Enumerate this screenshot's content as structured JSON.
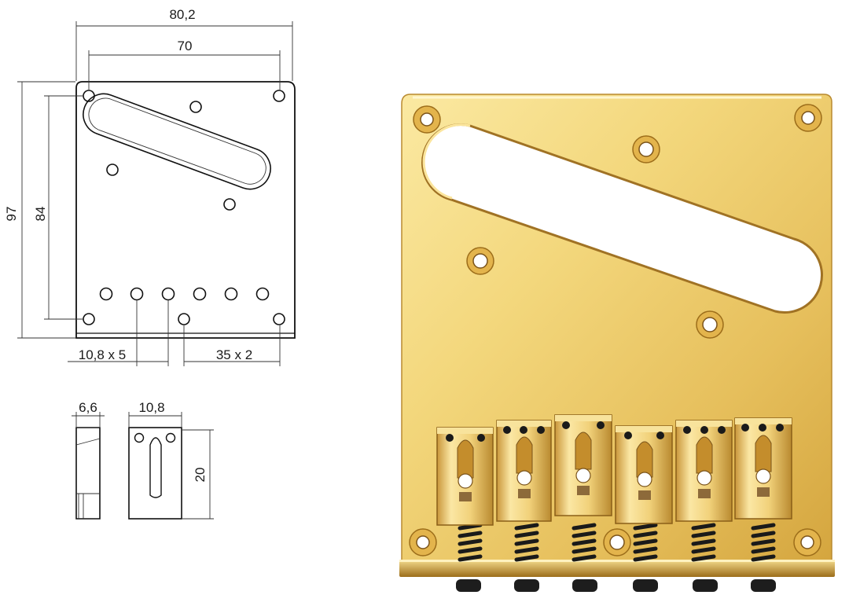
{
  "dimensions": {
    "overall_width": "80,2",
    "hole_span": "70",
    "overall_height": "97",
    "hole_height": "84",
    "string_spacing": "10,8 x 5",
    "mount_spacing": "35 x 2",
    "saddle_depth": "6,6",
    "saddle_width": "10,8",
    "saddle_height": "20"
  },
  "colors": {
    "line": "#111111",
    "gold_light": "#fdf0b0",
    "gold_mid": "#e8c25a",
    "gold_dark": "#a8781c",
    "screw": "#1a1a1a"
  },
  "photo": {
    "saddle_count": 6
  }
}
